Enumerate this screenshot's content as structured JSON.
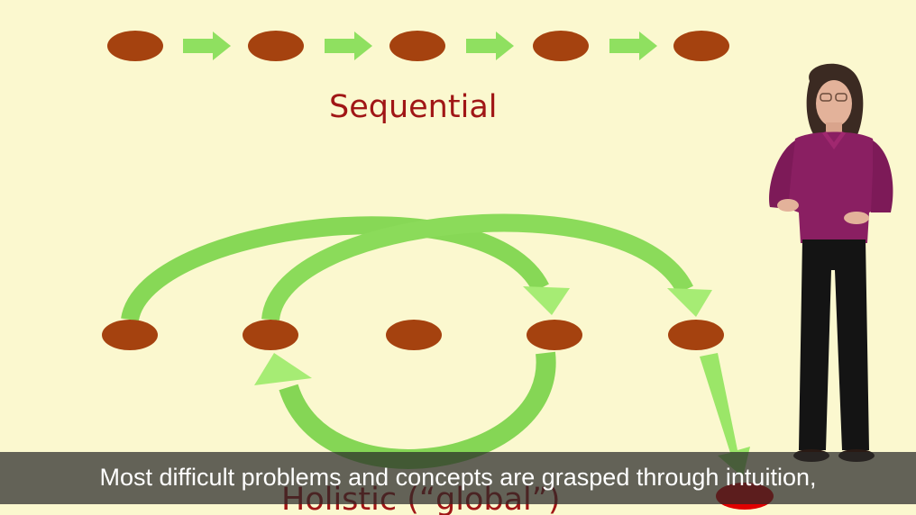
{
  "slide": {
    "sequential_label": "Sequential",
    "holistic_label": "Holistic (“global”)"
  },
  "caption": {
    "text": "Most difficult problems and concepts are grasped through intuition,"
  },
  "colors": {
    "background": "#fbf8cf",
    "node": "#a5420f",
    "arrow": "#8fe060",
    "label": "#a01616",
    "highlight_node": "#e00000",
    "caption_bar": "rgba(40,40,40,0.72)"
  }
}
